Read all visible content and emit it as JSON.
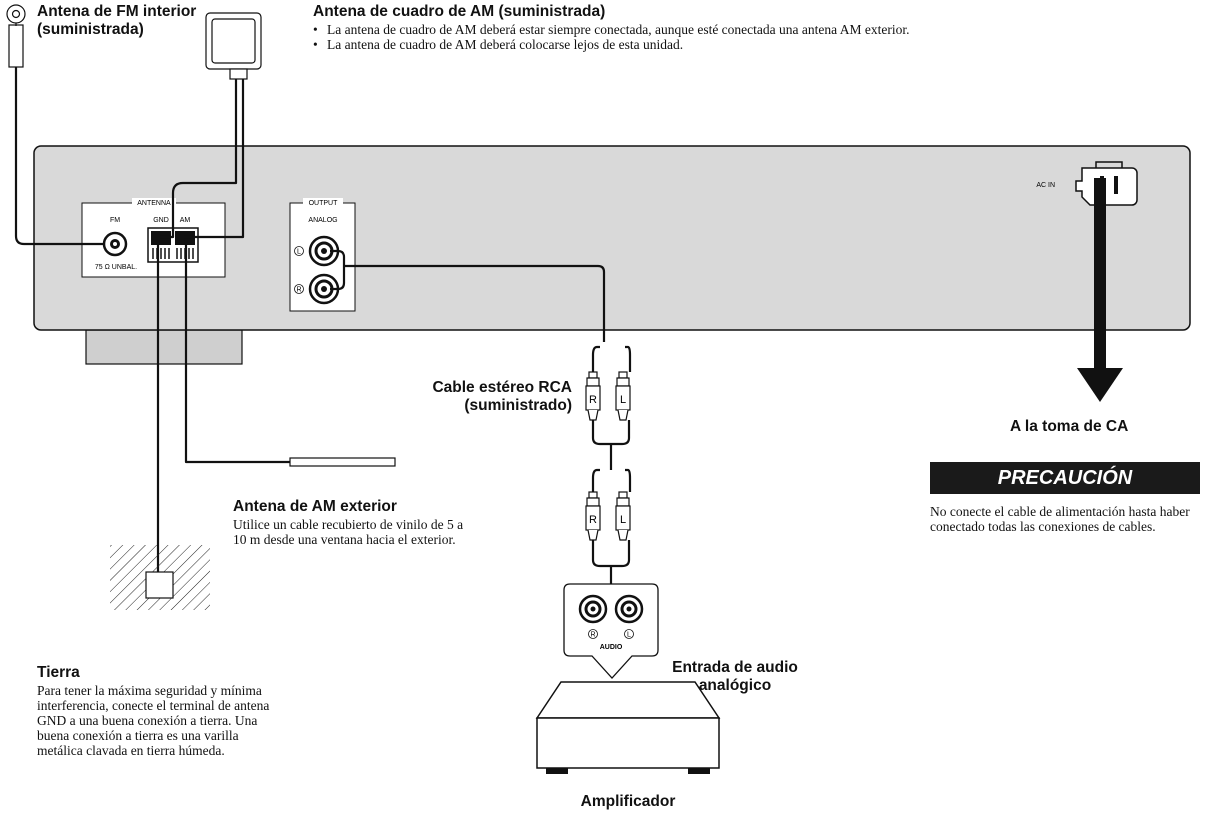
{
  "labels": {
    "fm_antenna": "Antena de FM interior (suministrada)",
    "am_loop_title": "Antena de cuadro de AM (suministrada)",
    "am_loop_notes": [
      "La antena de cuadro de AM deberá estar siempre conectada, aunque esté conectada una antena AM exterior.",
      "La antena de cuadro de AM deberá colocarse lejos de esta unidad."
    ],
    "ac_outlet": "A la toma de CA",
    "caution_title": "PRECAUCIÓN",
    "caution_text": "No conecte el cable de alimentación hasta haber conectado todas las conexiones de cables.",
    "rca_cable": "Cable estéreo RCA (suministrado)",
    "outdoor_am_title": "Antena de AM exterior",
    "outdoor_am_text": "Utilice un cable recubierto de vinilo de 5 a 10 m desde una ventana hacia el exterior.",
    "ground_title": "Tierra",
    "ground_text": "Para tener la máxima seguridad y mínima interferencia, conecte el terminal de antena GND a una buena conexión a tierra. Una buena conexión a tierra es una varilla metálica clavada en tierra húmeda.",
    "audio_input": "Entrada de audio analógico",
    "amplifier": "Amplificador"
  },
  "panel": {
    "antenna": "ANTENNA",
    "fm": "FM",
    "gnd": "GND",
    "am": "AM",
    "unbal": "75 Ω UNBAL.",
    "output": "OUTPUT",
    "analog": "ANALOG",
    "l_mark": "L",
    "r_mark": "R",
    "ac_in": "AC IN"
  },
  "plugs": {
    "r": "R",
    "l": "L"
  },
  "amp_jacks": {
    "r": "R",
    "l": "L",
    "audio": "AUDIO"
  }
}
